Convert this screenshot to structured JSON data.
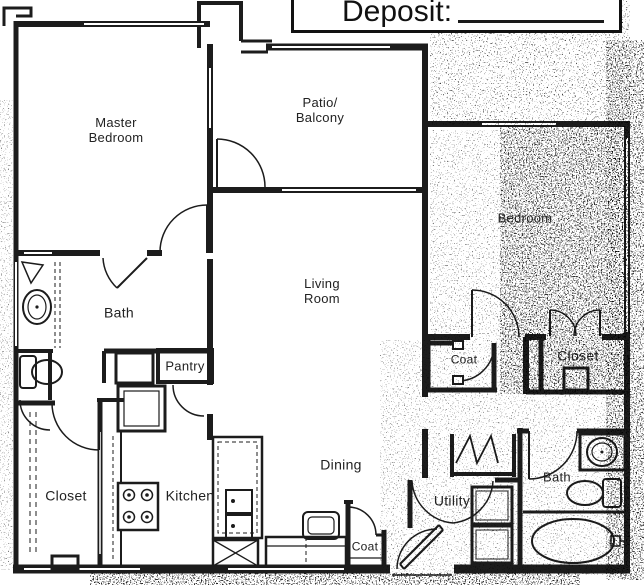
{
  "form": {
    "deposit_label": "Deposit:"
  },
  "rooms": {
    "master_bedroom": {
      "line1": "Master",
      "line2": "Bedroom"
    },
    "patio": {
      "line1": "Patio/",
      "line2": "Balcony"
    },
    "living": {
      "line1": "Living",
      "line2": "Room"
    },
    "bedroom": {
      "label": "Bedroom"
    },
    "bath_master": {
      "label": "Bath"
    },
    "pantry": {
      "label": "Pantry"
    },
    "closet_left": {
      "label": "Closet"
    },
    "kitchen": {
      "label": "Kitchen"
    },
    "dining": {
      "label": "Dining"
    },
    "coat_entry": {
      "label": "Coat"
    },
    "utility": {
      "label": "Utility"
    },
    "bath_second": {
      "label": "Bath"
    },
    "coat_hall": {
      "label": "Coat"
    },
    "closet_bedroom": {
      "label": "Closet"
    }
  },
  "icons": [
    "sink-icon",
    "toilet-icon",
    "bathtub-icon",
    "stove-icon",
    "kitchen-sink-icon",
    "refrigerator-icon",
    "washer-dryer-icon",
    "bar-seat-icon",
    "entry-door-icon",
    "door-swing-icon",
    "bifold-door-icon",
    "closet-rod-icon",
    "dishwasher-icon",
    "water-heater-icon",
    "linen-shelves-icon"
  ],
  "colors": {
    "ink": "#1c1c1c",
    "paper": "#ffffff"
  }
}
